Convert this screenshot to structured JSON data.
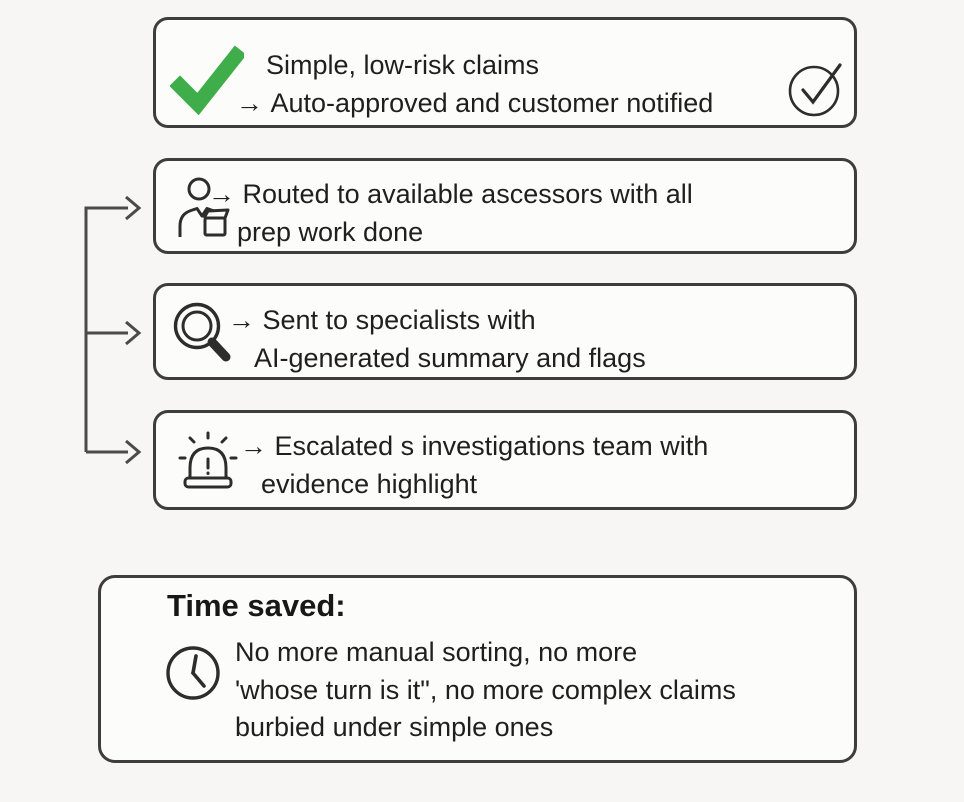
{
  "theme": {
    "background": "#f7f6f4",
    "box_fill": "#fcfcfb",
    "border_color": "#3d3d3d",
    "text_color": "#1f1f1f",
    "check_green": "#3fae4a",
    "icon_stroke": "#2d2d2d",
    "arrow_line_color": "#4a4a4a"
  },
  "icons": {
    "approved_left": "green-check-icon",
    "approved_right": "circled-check-icon",
    "routed": "assessor-person-icon",
    "specialists": "magnifier-icon",
    "escalated": "siren-icon",
    "summary": "clock-icon"
  },
  "boxes": {
    "approved": {
      "line1": "Simple, low-risk claims",
      "arrow": "→",
      "line2": "Auto-approved and customer notified"
    },
    "routed": {
      "arrow": "→",
      "line1": "Routed to available ascessors with all",
      "line2": "prep work done"
    },
    "specialists": {
      "arrow": "→",
      "line1": "Sent to specialists with",
      "line2": "AI-generated summary and flags"
    },
    "escalated": {
      "arrow": "→",
      "line1": "Escalated s investigations team with",
      "line2": "evidence highlight"
    }
  },
  "summary": {
    "title": "Time saved:",
    "line1": "No more manual sorting, no more",
    "line2": "'whose turn is it\", no more complex claims",
    "line3": "burbied under simple ones"
  }
}
